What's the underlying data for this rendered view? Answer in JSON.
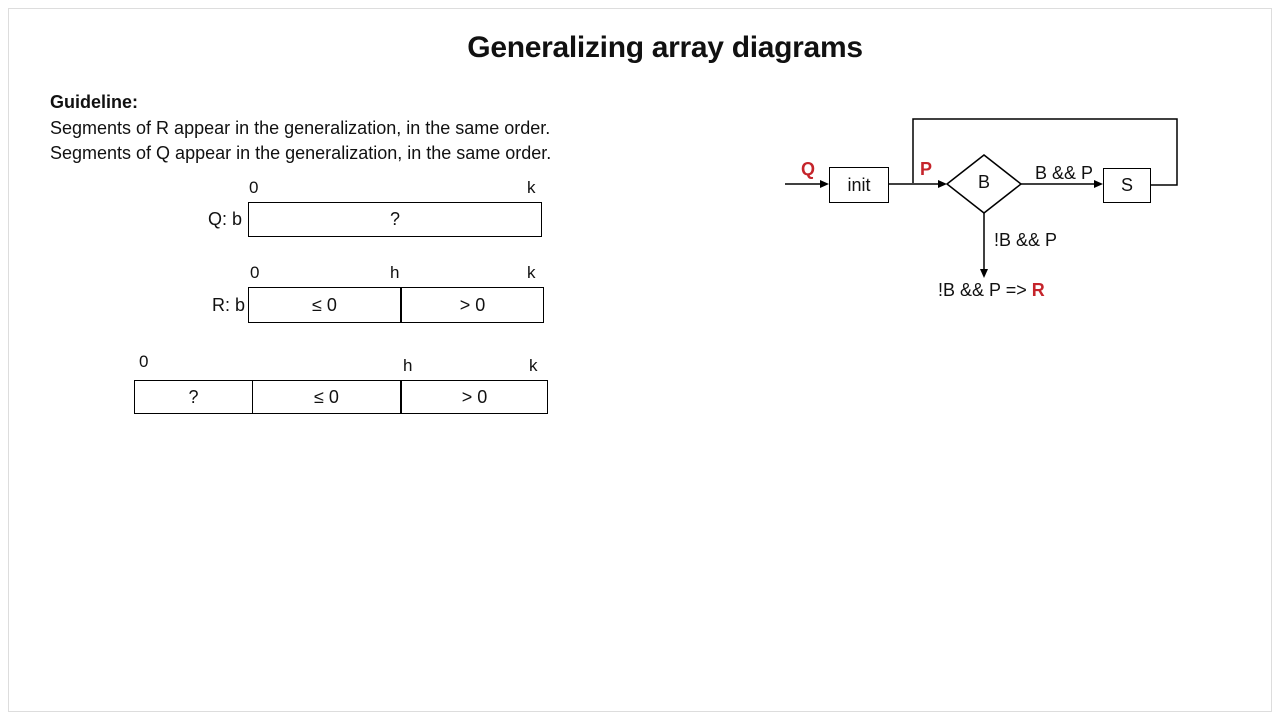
{
  "title": "Generalizing array diagrams",
  "colors": {
    "accent_red": "#c5242b"
  },
  "guideline": {
    "heading": "Guideline:",
    "line1": "Segments of R appear in the generalization, in the same order.",
    "line2": "Segments of Q appear in the generalization, in the same order."
  },
  "arrays": {
    "q": {
      "label": "Q: b",
      "ticks": [
        "0",
        "k"
      ],
      "cells": [
        "?"
      ]
    },
    "r": {
      "label": "R: b",
      "ticks": [
        "0",
        "h",
        "k"
      ],
      "cells": [
        "≤ 0",
        "> 0"
      ]
    },
    "generalization": {
      "ticks": [
        "0",
        "h",
        "k"
      ],
      "cells": [
        "?",
        "≤ 0",
        "> 0"
      ]
    }
  },
  "flowchart": {
    "precondition_label": "Q",
    "init_node": "init",
    "invariant_label": "P",
    "guard_node": "B",
    "loop_edge_label": "B && P",
    "body_node": "S",
    "exit_edge_label": "!B && P",
    "conclusion_prefix": "!B && P => ",
    "conclusion_result": "R"
  }
}
